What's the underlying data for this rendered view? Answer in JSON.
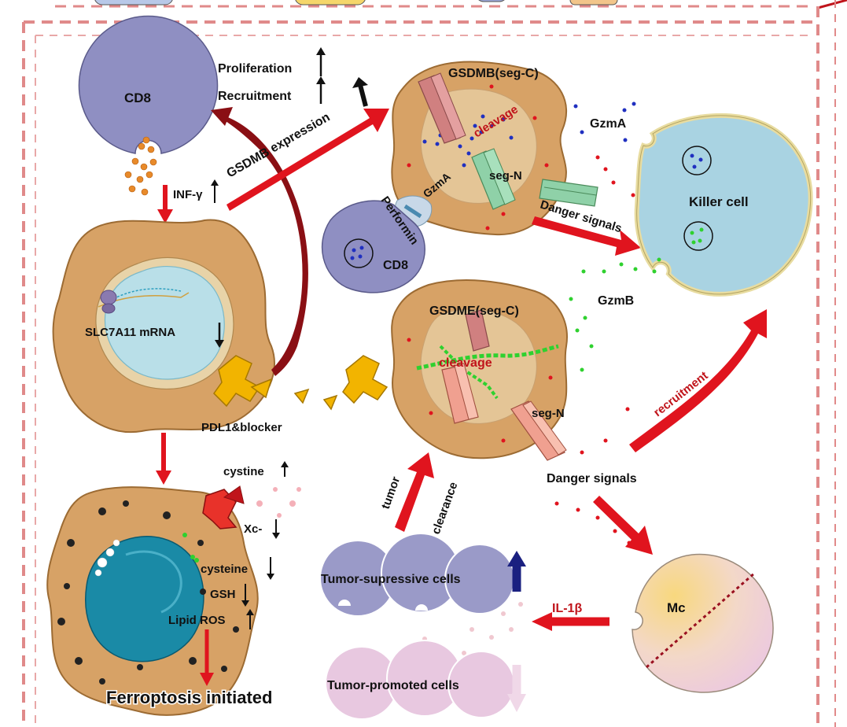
{
  "labels": {
    "cd8_top": "CD8",
    "proliferation": "Proliferation",
    "recruitment_top": "Recruitment",
    "inf_gamma": "INF-γ",
    "gsdmb_expression": "GSDMB expression",
    "gsdmb_segc": "GSDMB(seg-C)",
    "cleavage_top": "cleavage",
    "gzma_inner": "GzmA",
    "seg_n_top": "seg-N",
    "gzma_outer": "GzmA",
    "perforin": "Performin",
    "cd8_small": "CD8",
    "danger_signals_top": "Danger signals",
    "killer_cell": "Killer cell",
    "gzmb": "GzmB",
    "slc7a11": "SLC7A11 mRNA",
    "pdl1_blocker": "PDL1&blocker",
    "gsdme_segc": "GSDME(seg-C)",
    "cleavage_mid": "cleavage",
    "seg_n_mid": "seg-N",
    "recruitment_right": "recruitment",
    "danger_signals_mid": "Danger signals",
    "tumor": "tumor",
    "clearance": "clearance",
    "cystine": "cystine",
    "xc": "Xc-",
    "cysteine": "cysteine",
    "gsh": "GSH",
    "lipid_ros": "Lipid ROS",
    "tumor_suppressive": "Tumor-supressive cells",
    "il1b": "IL-1β",
    "mc": "Mc",
    "tumor_promoted": "Tumor-promoted cells",
    "ferroptosis": "Ferroptosis initiated"
  },
  "colors": {
    "border_dash": "#e08a8a",
    "red_arrow": "#e0141e",
    "dark_red": "#8a0f14",
    "tumor_cell": "#d7a266",
    "tumor_cell_edge": "#9c6b33",
    "cd8": "#8f8fc2",
    "killer": "#a9d3e2",
    "killer_edge": "#e8dca0",
    "nucleus": "#b9dfe8",
    "nucleus_dark": "#1a8aa6",
    "green": "#2fd12f",
    "blue": "#2030c0",
    "receptor_yellow": "#f2b400",
    "gsdmb_pink": "#d08080",
    "segn_green": "#8fd1a8",
    "suppressive": "#9a9ac8",
    "promoted": "#e8c8e0",
    "mc_yellow": "#f5d080",
    "mc_pink": "#f0d0e0"
  }
}
